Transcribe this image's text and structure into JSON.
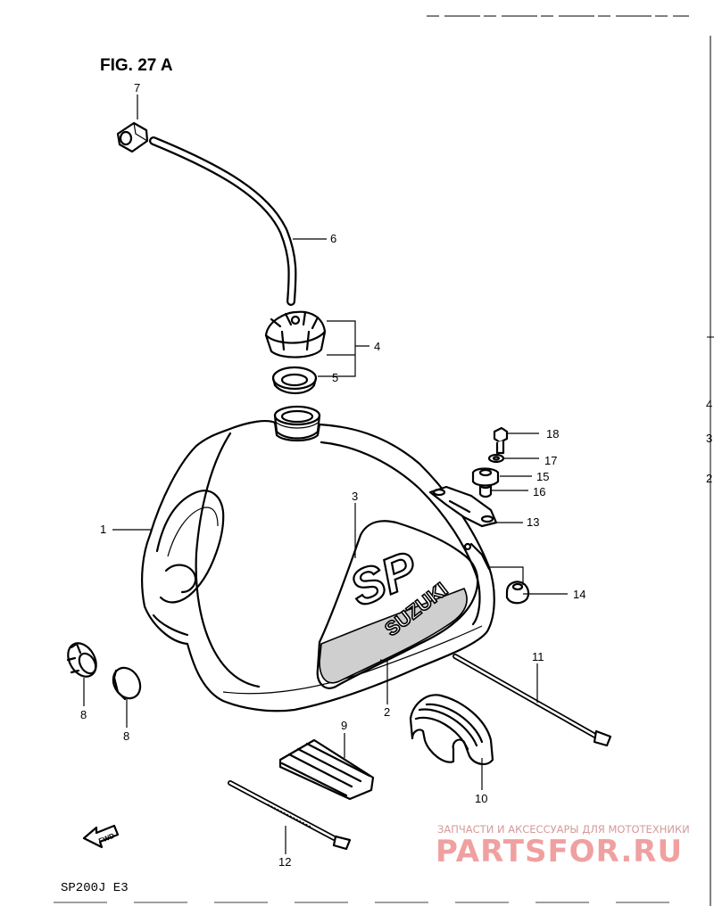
{
  "figure_title": "FIG. 27 A",
  "model_code": "SP200J  E3",
  "fwd_label": "FWD",
  "tank_logo": {
    "sp": "SP",
    "brand": "SUZUKI"
  },
  "callouts": [
    "1",
    "2",
    "3",
    "4",
    "5",
    "6",
    "7",
    "8",
    "8",
    "9",
    "10",
    "11",
    "12",
    "13",
    "14",
    "15",
    "16",
    "17",
    "18"
  ],
  "watermark": {
    "tagline": "ЗАПЧАСТИ И АКСЕССУАРЫ ДЛЯ МОТОТЕХНИКИ",
    "brand": "PARTSFOR.RU"
  },
  "edge_marks": [
    "4",
    "3",
    "2"
  ]
}
